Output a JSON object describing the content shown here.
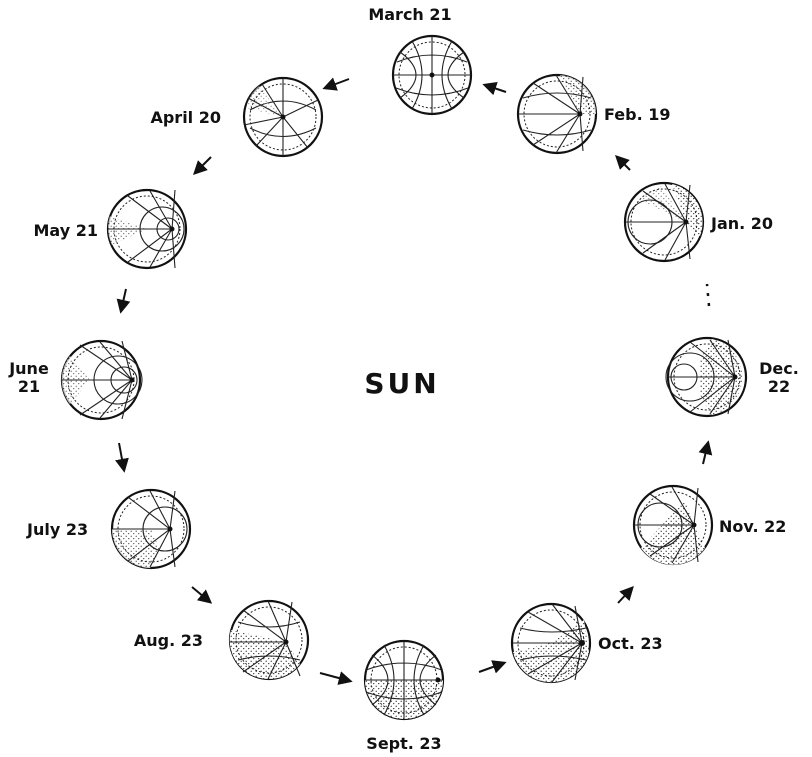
{
  "center_label": "SUN",
  "globes": [
    {
      "id": "march",
      "date": "March 21"
    },
    {
      "id": "april",
      "date": "April 20"
    },
    {
      "id": "may",
      "date": "May 21"
    },
    {
      "id": "june",
      "date_lines": [
        "June",
        "21"
      ]
    },
    {
      "id": "july",
      "date": "July 23"
    },
    {
      "id": "august",
      "date": "Aug. 23"
    },
    {
      "id": "september",
      "date": "Sept. 23"
    },
    {
      "id": "october",
      "date": "Oct. 23"
    },
    {
      "id": "november",
      "date": "Nov. 22"
    },
    {
      "id": "december",
      "date_lines": [
        "Dec.",
        "22"
      ]
    },
    {
      "id": "january",
      "date": "Jan. 20"
    },
    {
      "id": "february",
      "date": "Feb. 19"
    }
  ]
}
